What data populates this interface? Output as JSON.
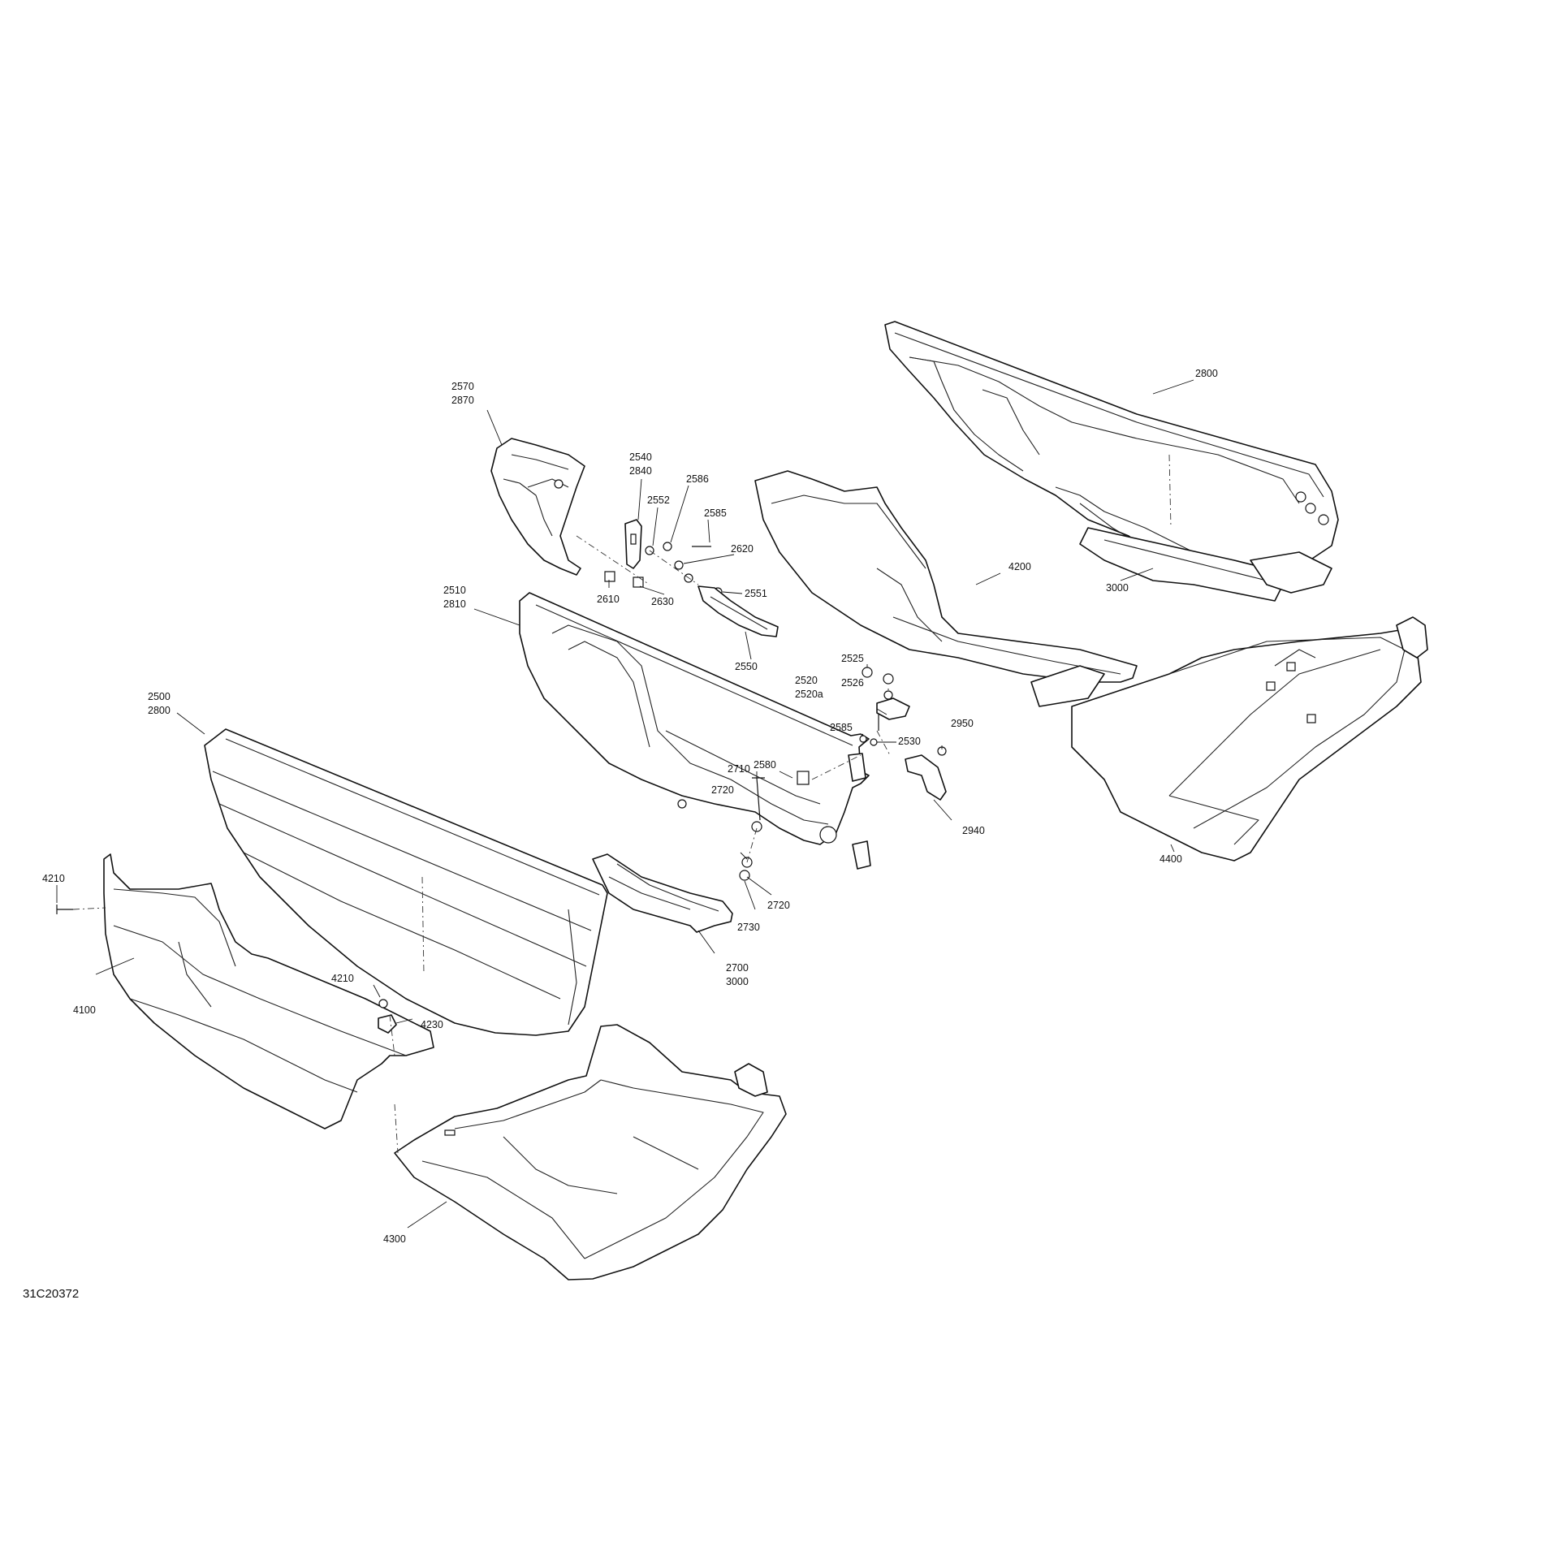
{
  "figure_id": "31C20372",
  "labels": {
    "l2570": "2570",
    "l2870": "2870",
    "l2540": "2540",
    "l2840": "2840",
    "l2552": "2552",
    "l2586": "2586",
    "l2585a": "2585",
    "l2620": "2620",
    "l2551": "2551",
    "l2610": "2610",
    "l2630": "2630",
    "l2550": "2550",
    "l2510": "2510",
    "l2810": "2810",
    "l2800a": "2800",
    "l3000a": "3000",
    "l4200": "4200",
    "l4400": "4400",
    "l2525": "2525",
    "l2520": "2520",
    "l2520a": "2520a",
    "l2526": "2526",
    "l2585b": "2585",
    "l2530": "2530",
    "l2950": "2950",
    "l2940": "2940",
    "l2580": "2580",
    "l2710": "2710",
    "l2720a": "2720",
    "l2720b": "2720",
    "l2730": "2730",
    "l2700": "2700",
    "l3000b": "3000",
    "l2500": "2500",
    "l2800b": "2800",
    "l4210a": "4210",
    "l4210b": "4210",
    "l4230": "4230",
    "l4100": "4100",
    "l4300": "4300"
  }
}
